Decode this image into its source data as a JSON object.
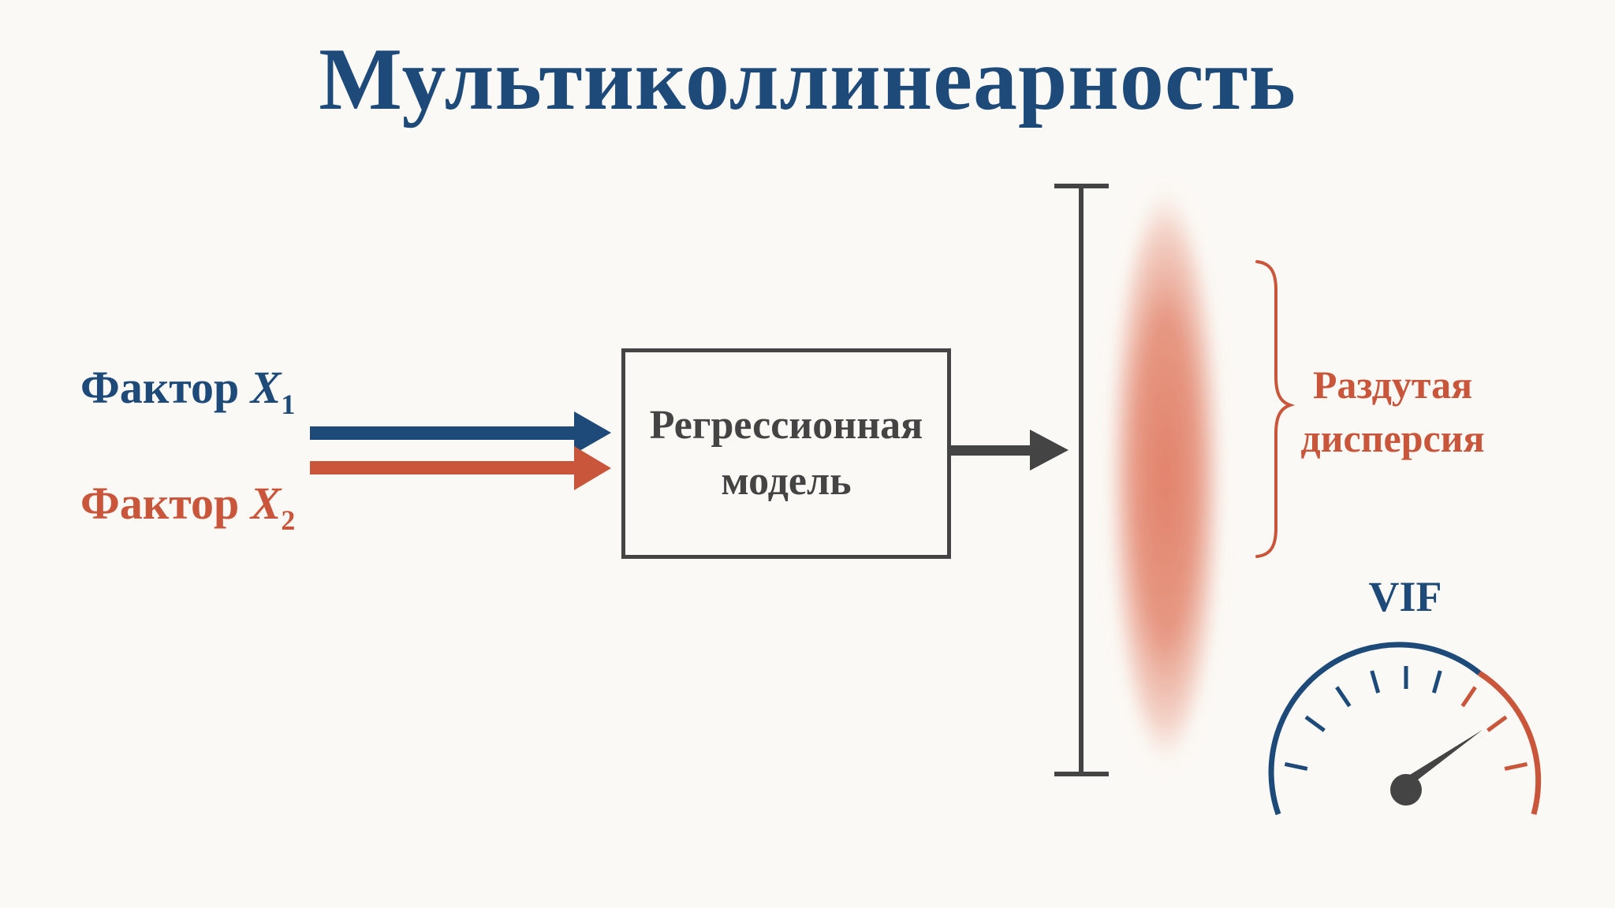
{
  "title": "Мультиколлинеарность",
  "factors": [
    {
      "prefix": "Фактор ",
      "var": "X",
      "sub": "1",
      "color": "#1d4a78"
    },
    {
      "prefix": "Фактор ",
      "var": "X",
      "sub": "2",
      "color": "#c9563a"
    }
  ],
  "model": {
    "label": "Регрессионная\nмодель"
  },
  "variance": {
    "label": "Раздутая\nдисперсия",
    "color": "#c9563a"
  },
  "gauge": {
    "label": "VIF",
    "needle_level": 0.82
  },
  "colors": {
    "primary": "#1d4a78",
    "accent": "#c9563a",
    "neutral": "#444444",
    "background": "#fbf9f5"
  }
}
